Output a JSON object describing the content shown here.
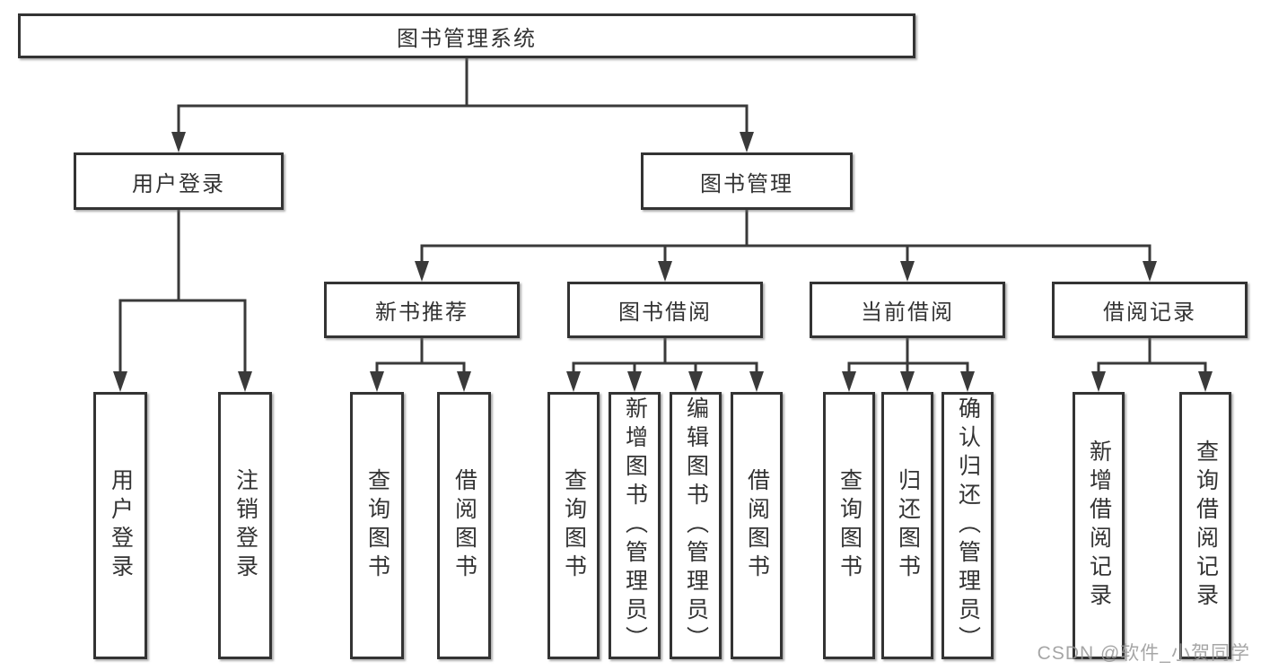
{
  "diagram": {
    "root": {
      "label": "图书管理系统"
    },
    "level2": [
      {
        "label": "用户登录"
      },
      {
        "label": "图书管理"
      }
    ],
    "level3": [
      {
        "label": "新书推荐"
      },
      {
        "label": "图书借阅"
      },
      {
        "label": "当前借阅"
      },
      {
        "label": "借阅记录"
      }
    ],
    "leaves": {
      "login": [
        "用户登录",
        "注销登录"
      ],
      "recommend": [
        "查询图书",
        "借阅图书"
      ],
      "borrow": [
        "查询图书",
        "新增图书（管理员）",
        "编辑图书（管理员）",
        "借阅图书"
      ],
      "current": [
        "查询图书",
        "归还图书",
        "确认归还（管理员）"
      ],
      "records": [
        "新增借阅记录",
        "查询借阅记录"
      ]
    }
  },
  "watermark": {
    "text": "CSDN @软件_小贺同学"
  },
  "colors": {
    "line": "#3a3a3a",
    "border": "#333333",
    "text": "#333333",
    "watermark": "#969696"
  }
}
